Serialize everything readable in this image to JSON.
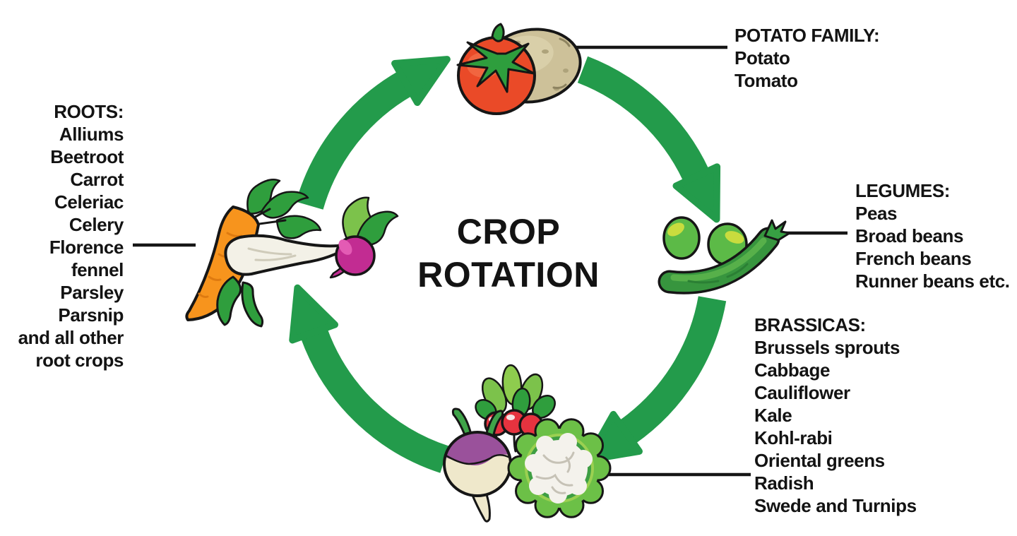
{
  "title": {
    "line1": "CROP",
    "line2": "ROTATION"
  },
  "cycle": {
    "direction": "clockwise",
    "order": [
      "Potato family",
      "Legumes",
      "Brassicas",
      "Roots"
    ]
  },
  "colors": {
    "arrow_green": "#239B4B",
    "outline": "#161616",
    "tomato_red": "#EA4A28",
    "potato_tan": "#CDC199",
    "pea_green": "#5CBA47",
    "pea_highlight": "#C9DC3E",
    "pod_green": "#37953E",
    "radish_red": "#E6333F",
    "turnip_purple": "#9A519B",
    "turnip_cream": "#EFE8CB",
    "cauliflower_green": "#6CC047",
    "cauliflower_white": "#F4F2EC",
    "carrot_orange": "#F7941D",
    "parsnip_white": "#F3F1E7",
    "beetroot_magenta": "#C22C92",
    "leaf_green": "#2F9E3D",
    "leaf_light_green": "#7CC24B"
  },
  "groups": {
    "potato_family": {
      "heading": "POTATO FAMILY:",
      "lines": [
        "Potato",
        "Tomato"
      ]
    },
    "legumes": {
      "heading": "LEGUMES:",
      "lines": [
        "Peas",
        "Broad beans",
        "French beans",
        "Runner beans etc."
      ]
    },
    "brassicas": {
      "heading": "BRASSICAS:",
      "lines": [
        "Brussels sprouts",
        "Cabbage",
        "Cauliflower",
        "Kale",
        "Kohl-rabi",
        "Oriental greens",
        "Radish",
        "Swede and Turnips"
      ]
    },
    "roots": {
      "heading": "ROOTS:",
      "lines": [
        "Alliums",
        "Beetroot",
        "Carrot",
        "Celeriac",
        "Celery",
        "Florence",
        "fennel",
        "Parsley",
        "Parsnip",
        "and all other",
        "root crops"
      ]
    }
  },
  "illustrations": {
    "top": [
      "tomato-icon",
      "potato-icon"
    ],
    "right": [
      "peas-icon",
      "pea-pod-icon"
    ],
    "bottom": [
      "radishes-icon",
      "turnip-icon",
      "cauliflower-icon"
    ],
    "left": [
      "carrot-icon",
      "parsnip-icon",
      "beetroot-icon"
    ]
  }
}
